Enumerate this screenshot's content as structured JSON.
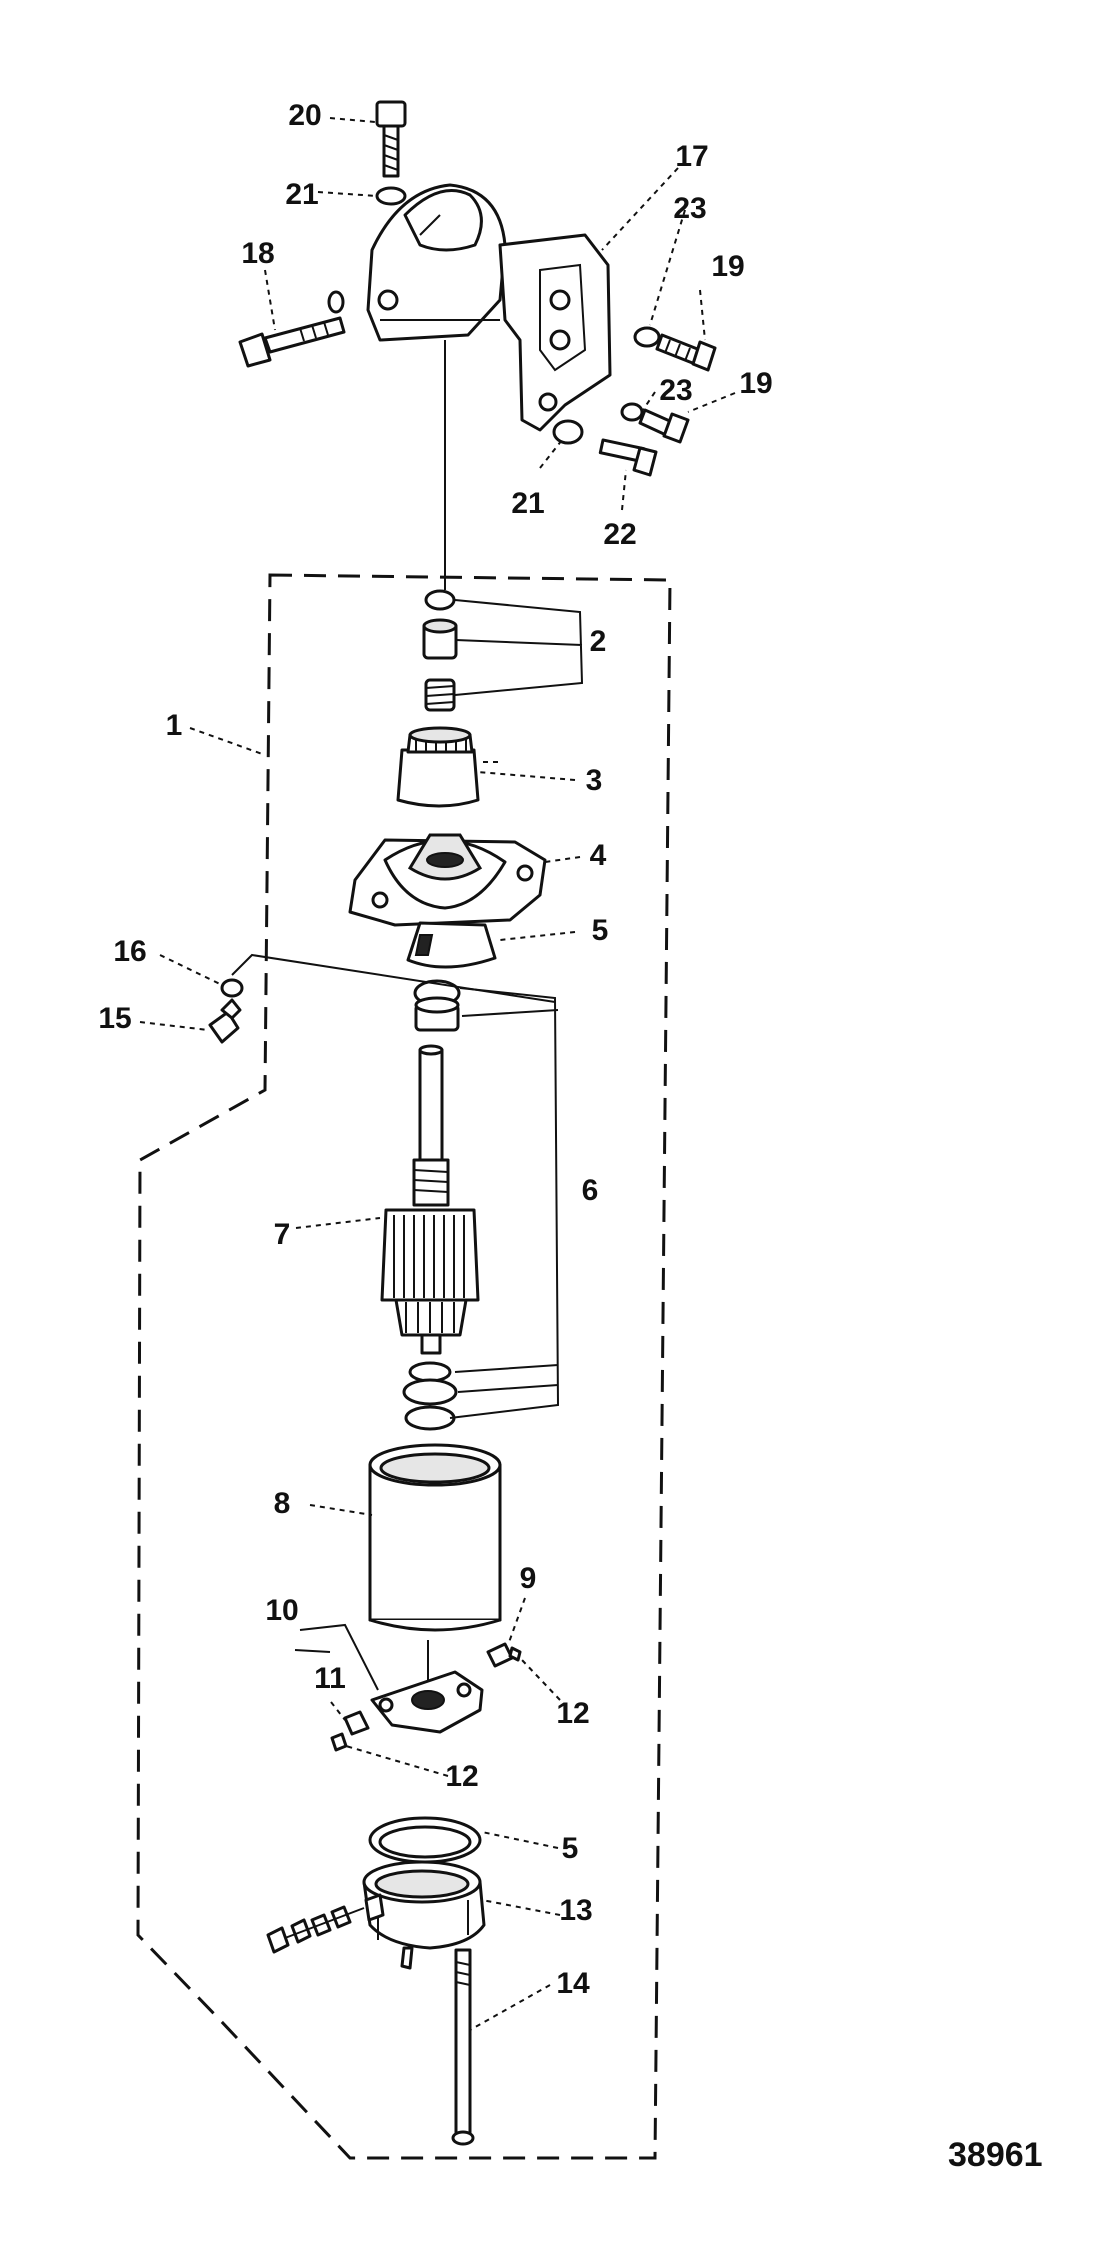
{
  "figure_number": "38961",
  "callouts": [
    {
      "id": "c20",
      "label": "20"
    },
    {
      "id": "c21a",
      "label": "21"
    },
    {
      "id": "c17",
      "label": "17"
    },
    {
      "id": "c23a",
      "label": "23"
    },
    {
      "id": "c18",
      "label": "18"
    },
    {
      "id": "c19a",
      "label": "19"
    },
    {
      "id": "c23b",
      "label": "23"
    },
    {
      "id": "c19b",
      "label": "19"
    },
    {
      "id": "c21b",
      "label": "21"
    },
    {
      "id": "c22",
      "label": "22"
    },
    {
      "id": "c2",
      "label": "2"
    },
    {
      "id": "c1",
      "label": "1"
    },
    {
      "id": "c3",
      "label": "3"
    },
    {
      "id": "c4",
      "label": "4"
    },
    {
      "id": "c5a",
      "label": "5"
    },
    {
      "id": "c16",
      "label": "16"
    },
    {
      "id": "c15",
      "label": "15"
    },
    {
      "id": "c6",
      "label": "6"
    },
    {
      "id": "c7",
      "label": "7"
    },
    {
      "id": "c8",
      "label": "8"
    },
    {
      "id": "c9",
      "label": "9"
    },
    {
      "id": "c10",
      "label": "10"
    },
    {
      "id": "c11",
      "label": "11"
    },
    {
      "id": "c12a",
      "label": "12"
    },
    {
      "id": "c12b",
      "label": "12"
    },
    {
      "id": "c5b",
      "label": "5"
    },
    {
      "id": "c13",
      "label": "13"
    },
    {
      "id": "c14",
      "label": "14"
    }
  ]
}
